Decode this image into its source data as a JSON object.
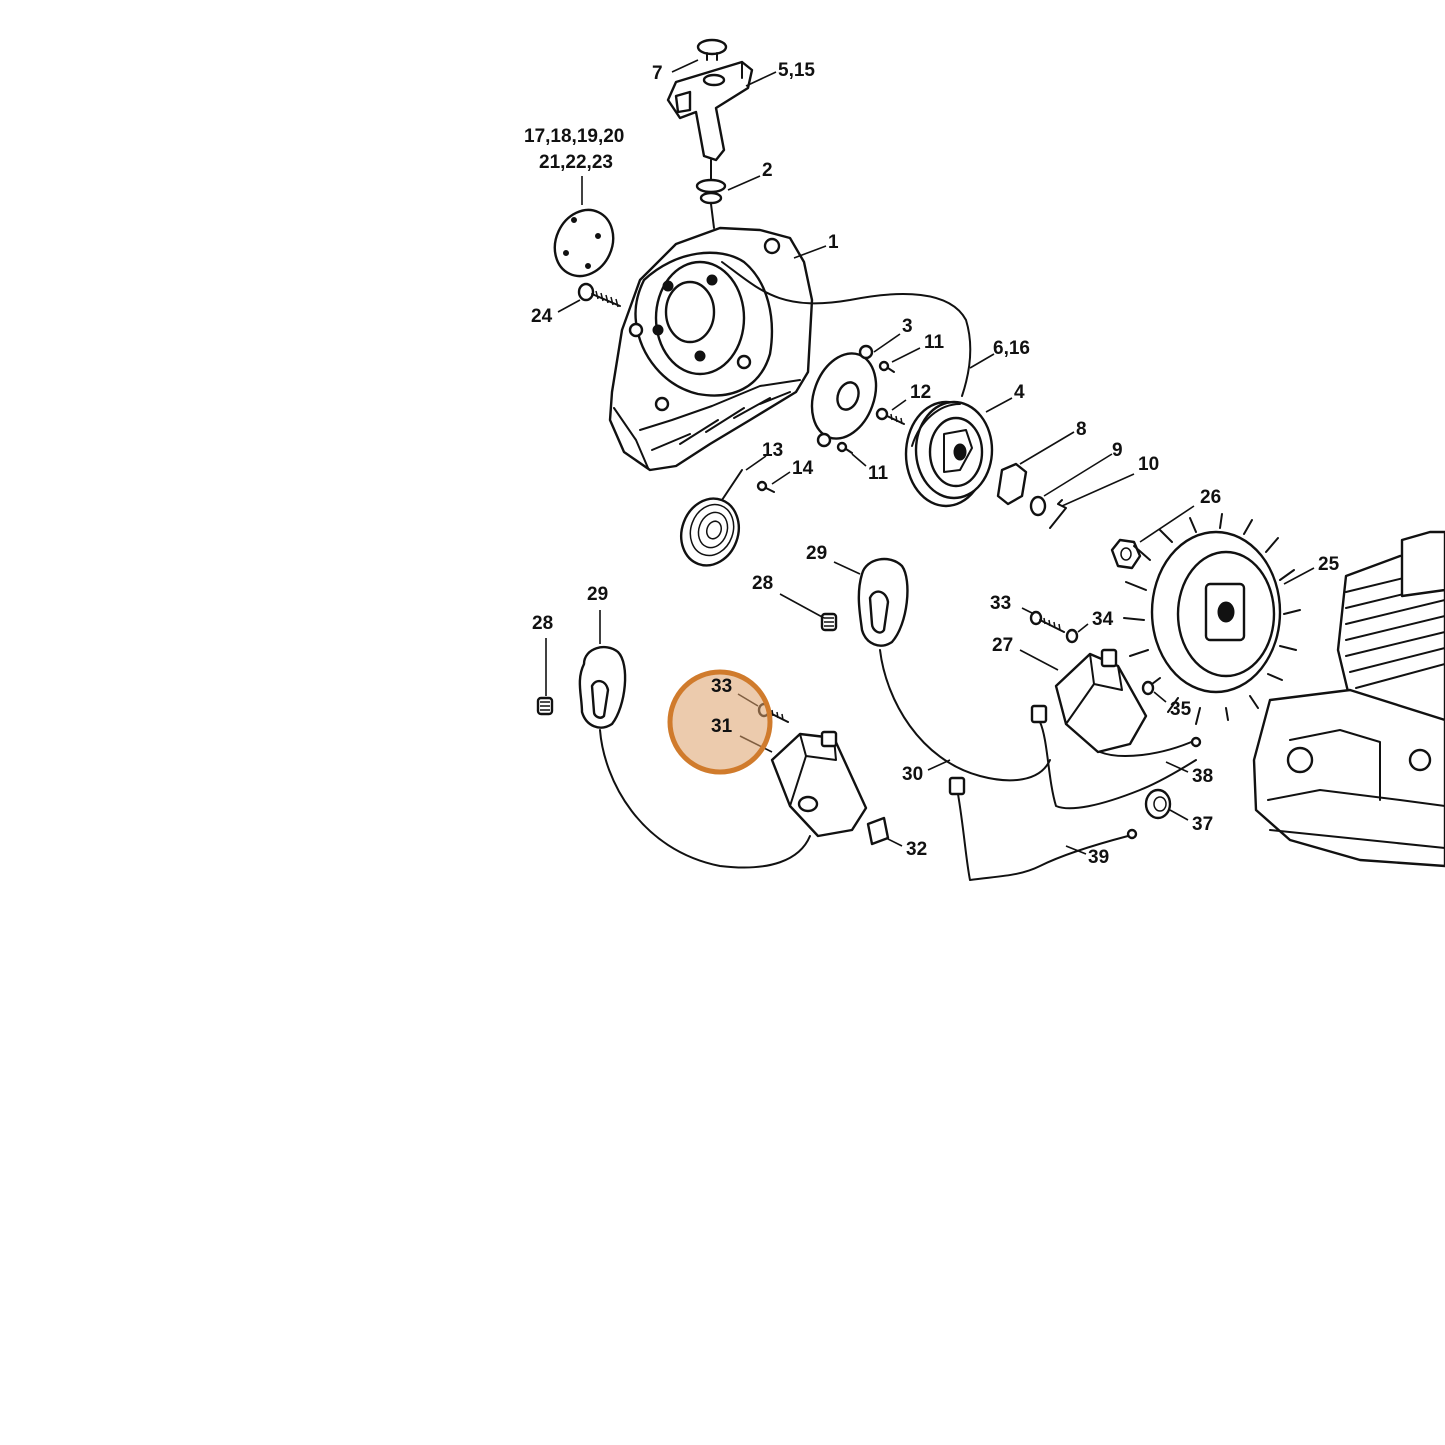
{
  "diagram": {
    "highlight_color": "#d07b2c",
    "highlight_fill": "#dca06a",
    "callouts": [
      {
        "id": "c-7",
        "text": "7"
      },
      {
        "id": "c-5-15",
        "text": "5,15"
      },
      {
        "id": "c-17-20",
        "text": "17,18,19,20"
      },
      {
        "id": "c-21-23",
        "text": "21,22,23"
      },
      {
        "id": "c-2",
        "text": "2"
      },
      {
        "id": "c-1",
        "text": "1"
      },
      {
        "id": "c-24",
        "text": "24"
      },
      {
        "id": "c-3",
        "text": "3"
      },
      {
        "id": "c-11a",
        "text": "11"
      },
      {
        "id": "c-6-16",
        "text": "6,16"
      },
      {
        "id": "c-12",
        "text": "12"
      },
      {
        "id": "c-4",
        "text": "4"
      },
      {
        "id": "c-8",
        "text": "8"
      },
      {
        "id": "c-13",
        "text": "13"
      },
      {
        "id": "c-9",
        "text": "9"
      },
      {
        "id": "c-11b",
        "text": "11"
      },
      {
        "id": "c-10",
        "text": "10"
      },
      {
        "id": "c-14",
        "text": "14"
      },
      {
        "id": "c-26",
        "text": "26"
      },
      {
        "id": "c-29a",
        "text": "29"
      },
      {
        "id": "c-25",
        "text": "25"
      },
      {
        "id": "c-28a",
        "text": "28"
      },
      {
        "id": "c-29b",
        "text": "29"
      },
      {
        "id": "c-33a",
        "text": "33"
      },
      {
        "id": "c-34",
        "text": "34"
      },
      {
        "id": "c-28b",
        "text": "28"
      },
      {
        "id": "c-27",
        "text": "27"
      },
      {
        "id": "c-33b",
        "text": "33"
      },
      {
        "id": "c-35",
        "text": "35"
      },
      {
        "id": "c-31",
        "text": "31"
      },
      {
        "id": "c-38",
        "text": "38"
      },
      {
        "id": "c-30",
        "text": "30"
      },
      {
        "id": "c-37",
        "text": "37"
      },
      {
        "id": "c-32",
        "text": "32"
      },
      {
        "id": "c-39",
        "text": "39"
      }
    ]
  }
}
